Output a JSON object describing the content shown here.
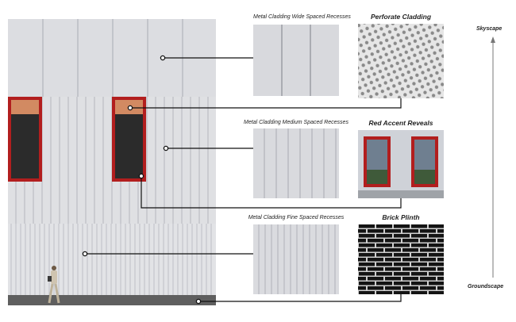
{
  "labels": {
    "wide": "Metal Cladding Wide Spaced Recesses",
    "perforate": "Perforate Cladding",
    "medium": "Metal Cladding Medium Spaced Recesses",
    "red": "Red Accent Reveals",
    "fine": "Metal Cladding Fine Spaced Recesses",
    "brick": "Brick Plinth"
  },
  "axis": {
    "top": "Skyscape",
    "bottom": "Groundscape"
  },
  "colors": {
    "cladding": "#dcdde1",
    "recess": "#b9bbc1",
    "accent_red": "#b21e1e",
    "window_dark": "#2b2b2b",
    "window_glow": "#d28a62",
    "plinth": "#5f5f5f",
    "brick": "#111111"
  }
}
